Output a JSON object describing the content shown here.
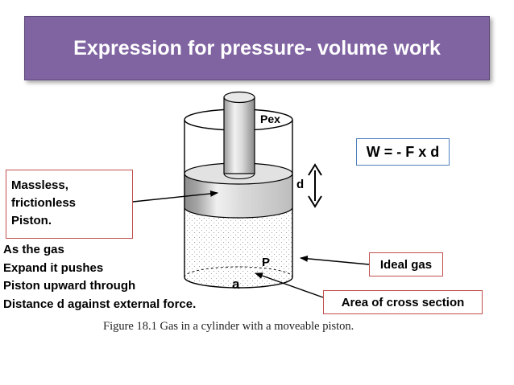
{
  "title": "Expression for pressure- volume work",
  "formula": "W = - F x d",
  "labels": {
    "pex": "Pex",
    "d": "d",
    "p": "P",
    "a": "a"
  },
  "callouts": {
    "piston": [
      "Massless,",
      "frictionless",
      "Piston."
    ],
    "ideal_gas": "Ideal gas",
    "area": "Area of cross section"
  },
  "explanation": [
    "As the gas",
    "Expand it pushes",
    "Piston upward through",
    "Distance d against external force."
  ],
  "caption": "Figure 18.1    Gas in a cylinder with a moveable piston.",
  "colors": {
    "title_bg": "#8064a2",
    "callout_border": "#c0504d",
    "formula_border": "#4f81bd"
  }
}
